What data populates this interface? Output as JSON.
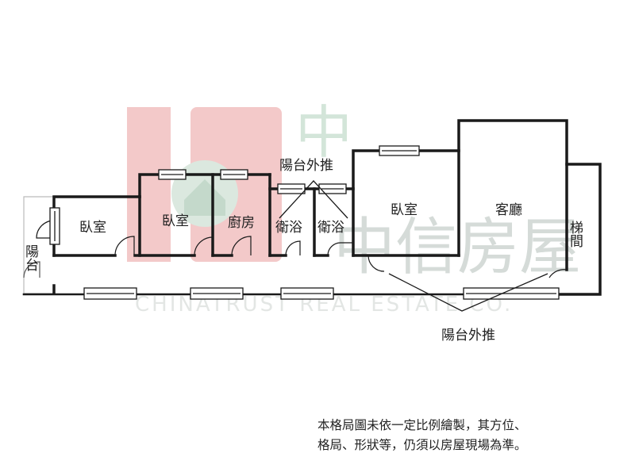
{
  "watermark": {
    "chinese": "中信房屋",
    "english": "CHINATRUST REAL ESTATE CO."
  },
  "rooms": {
    "balcony_left": "陽台",
    "bedroom_1": "臥室",
    "bedroom_2": "臥室",
    "kitchen": "廚房",
    "bathroom_1": "衛浴",
    "bathroom_2": "衛浴",
    "bedroom_3": "臥室",
    "living_room": "客廳",
    "stairwell": "梯間"
  },
  "annotations": {
    "balcony_push_top": "陽台外推",
    "balcony_push_bottom": "陽台外推"
  },
  "disclaimer": {
    "line1": "本格局圖未依一定比例繪製，其方位、",
    "line2": "格局、形狀等，仍須以房屋現場為準。"
  },
  "colors": {
    "wall": "#1a1a1a",
    "watermark_red": "#f3c9c9",
    "watermark_green": "#d3e5d9",
    "watermark_gray": "#cfd5d2"
  }
}
